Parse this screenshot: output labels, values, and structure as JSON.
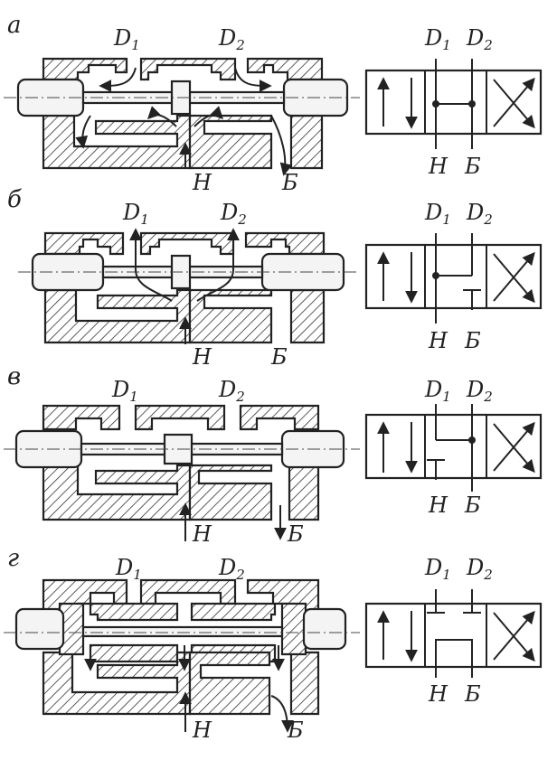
{
  "rows": [
    {
      "letter": "а",
      "d1": "D",
      "d1_sub": "1",
      "d2": "D",
      "d2_sub": "2",
      "h": "Н",
      "b": "Б",
      "s_d1": "D",
      "s_d1_sub": "1",
      "s_d2": "D",
      "s_d2_sub": "2",
      "s_h": "Н",
      "s_b": "Б"
    },
    {
      "letter": "б",
      "d1": "D",
      "d1_sub": "1",
      "d2": "D",
      "d2_sub": "2",
      "h": "Н",
      "b": "Б",
      "s_d1": "D",
      "s_d1_sub": "1",
      "s_d2": "D",
      "s_d2_sub": "2",
      "s_h": "Н",
      "s_b": "Б"
    },
    {
      "letter": "в",
      "d1": "D",
      "d1_sub": "1",
      "d2": "D",
      "d2_sub": "2",
      "h": "Н",
      "b": "Б",
      "s_d1": "D",
      "s_d1_sub": "1",
      "s_d2": "D",
      "s_d2_sub": "2",
      "s_h": "Н",
      "s_b": "Б"
    },
    {
      "letter": "г",
      "d1": "D",
      "d1_sub": "1",
      "d2": "D",
      "d2_sub": "2",
      "h": "Н",
      "b": "Б",
      "s_d1": "D",
      "s_d1_sub": "1",
      "s_d2": "D",
      "s_d2_sub": "2",
      "s_h": "Н",
      "s_b": "Б"
    }
  ],
  "colors": {
    "ink": "#222222",
    "paper": "#ffffff"
  }
}
